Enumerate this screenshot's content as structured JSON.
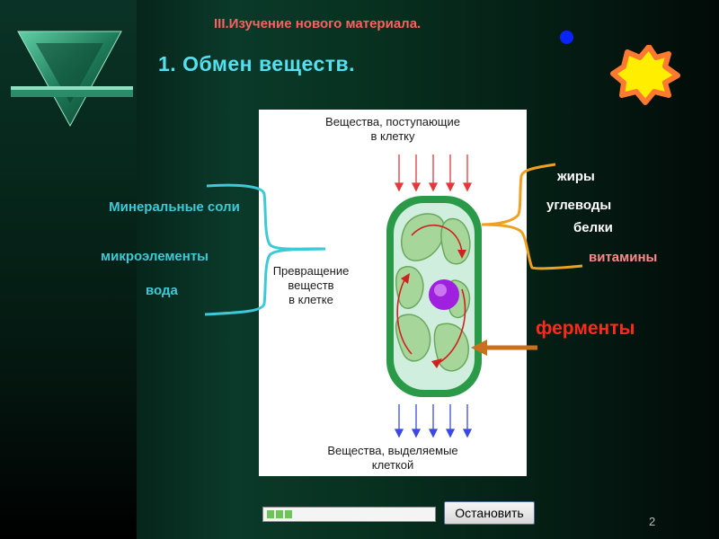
{
  "slide": {
    "section_title": "III.Изучение нового материала.",
    "topic_title": "1. Обмен веществ.",
    "slide_number": "2"
  },
  "diagram": {
    "label_in": "Вещества, поступающие\nв клетку",
    "label_mid": "Превращение\nвеществ\nв клетке",
    "label_out": "Вещества, выделяемые\nклеткой"
  },
  "left_labels": {
    "mineral": "Минеральные соли",
    "micro": "микроэлементы",
    "water": "вода"
  },
  "right_labels": {
    "fats": "жиры",
    "carbs": "углеводы",
    "proteins": "белки",
    "vitamins": "витамины",
    "enzymes": "ферменты"
  },
  "media": {
    "stop_label": "Остановить",
    "progress_level": 0.2
  },
  "colors": {
    "cyan_bracket": "#3ec9d8",
    "orange_bracket": "#f0a020",
    "enzyme_arrow": "#c8701e",
    "in_arrows": "#e03a3a",
    "out_arrows": "#3a4ae0",
    "nucleus": "#a020e0"
  }
}
